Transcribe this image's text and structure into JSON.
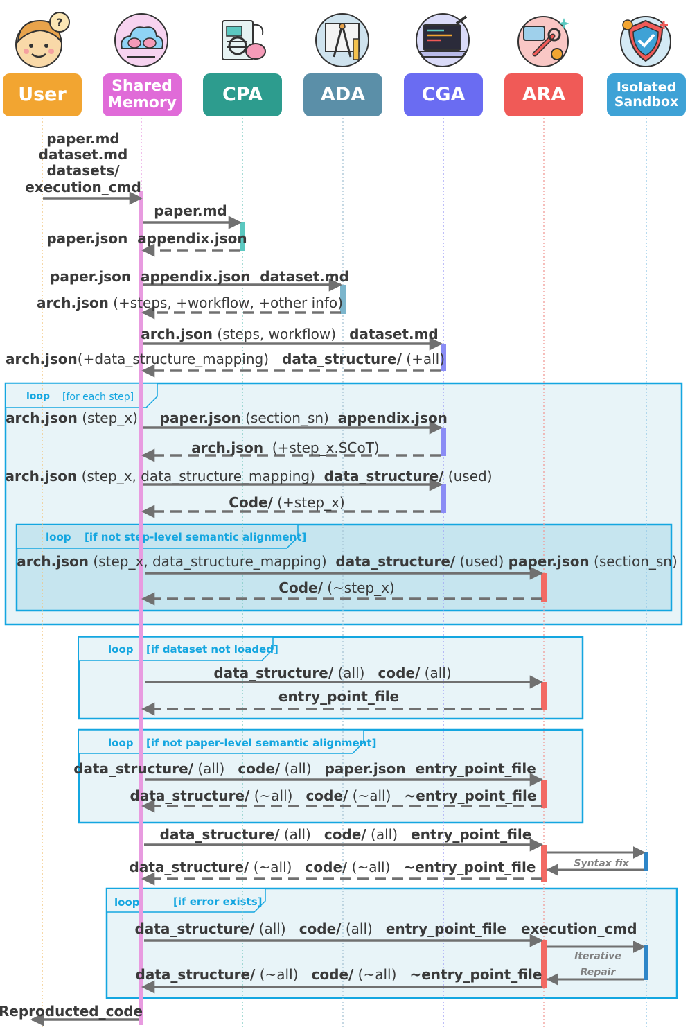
{
  "participants": [
    {
      "id": "user",
      "lines": [
        "User"
      ],
      "color": "#F2A531",
      "icon": "smiling-user-icon"
    },
    {
      "id": "memory",
      "lines": [
        "Shared",
        "Memory"
      ],
      "color": "#E06BD8",
      "icon": "cloud-brain-icon"
    },
    {
      "id": "cpa",
      "lines": [
        "CPA"
      ],
      "color": "#2D9C8E",
      "icon": "document-analysis-icon"
    },
    {
      "id": "ada",
      "lines": [
        "ADA"
      ],
      "color": "#5B8FA8",
      "icon": "blueprint-compass-icon"
    },
    {
      "id": "cga",
      "lines": [
        "CGA"
      ],
      "color": "#6A6CF2",
      "icon": "laptop-code-icon"
    },
    {
      "id": "ara",
      "lines": [
        "ARA"
      ],
      "color": "#F05A57",
      "icon": "wrench-repair-icon"
    },
    {
      "id": "sandbox",
      "lines": [
        "Isolated",
        "Sandbox"
      ],
      "color": "#3EA2D6",
      "icon": "shield-check-icon"
    }
  ],
  "loops": [
    {
      "keyword": "loop",
      "condition": "[for each step]"
    },
    {
      "keyword": "loop",
      "condition": "[if not step-level semantic alignment]"
    },
    {
      "keyword": "loop",
      "condition": "[if dataset not loaded]"
    },
    {
      "keyword": "loop",
      "condition": "[if not paper-level semantic alignment]"
    },
    {
      "keyword": "loop",
      "condition": "[if error exists]"
    }
  ],
  "messages": [
    {
      "segs": [
        [
          "paper.md",
          true
        ]
      ],
      "segs2": [
        [
          "dataset.md",
          true
        ]
      ],
      "segs3": [
        [
          "datasets/",
          true
        ]
      ],
      "segs4": [
        [
          "execution_cmd",
          true
        ]
      ]
    },
    {
      "segs": [
        [
          "paper.md",
          true
        ]
      ]
    },
    {
      "segs": [
        [
          "paper.json  appendix.json",
          true
        ]
      ]
    },
    {
      "segs": [
        [
          "paper.json  appendix.json  dataset.md",
          true
        ]
      ]
    },
    {
      "segs": [
        [
          "arch.json",
          true
        ],
        [
          " (+steps, +workflow, +other info)",
          false
        ]
      ]
    },
    {
      "segs": [
        [
          "arch.json",
          true
        ],
        [
          " (steps, workflow)   ",
          false
        ],
        [
          "dataset.md",
          true
        ]
      ]
    },
    {
      "segs": [
        [
          "arch.json",
          true
        ],
        [
          "(+data_structure_mapping)   ",
          false
        ],
        [
          "data_structure/",
          true
        ],
        [
          " (+all)",
          false
        ]
      ]
    },
    {
      "segs": [
        [
          "arch.json",
          true
        ],
        [
          " (step_x)     ",
          false
        ],
        [
          "paper.json",
          true
        ],
        [
          " (section_sn)  ",
          false
        ],
        [
          "appendix.json",
          true
        ]
      ]
    },
    {
      "segs": [
        [
          "arch.json",
          true
        ],
        [
          "  (+step_x.SCoT)",
          false
        ]
      ]
    },
    {
      "segs": [
        [
          "arch.json",
          true
        ],
        [
          " (step_x, data_structure_mapping)  ",
          false
        ],
        [
          "data_structure/",
          true
        ],
        [
          " (used)",
          false
        ]
      ]
    },
    {
      "segs": [
        [
          "Code/",
          true
        ],
        [
          " (+step_x)",
          false
        ]
      ]
    },
    {
      "segs": [
        [
          "arch.json",
          true
        ],
        [
          " (step_x, data_structure_mapping)  ",
          false
        ],
        [
          "data_structure/",
          true
        ],
        [
          " (used) ",
          false
        ],
        [
          "paper.json",
          true
        ],
        [
          " (section_sn)",
          false
        ]
      ]
    },
    {
      "segs": [
        [
          "Code/",
          true
        ],
        [
          " (~step_x)",
          false
        ]
      ]
    },
    {
      "segs": [
        [
          "data_structure/",
          true
        ],
        [
          " (all)   ",
          false
        ],
        [
          "code/",
          true
        ],
        [
          " (all)",
          false
        ]
      ]
    },
    {
      "segs": [
        [
          "entry_point_file",
          true
        ]
      ]
    },
    {
      "segs": [
        [
          "data_structure/",
          true
        ],
        [
          " (all)   ",
          false
        ],
        [
          "code/",
          true
        ],
        [
          " (all)   ",
          false
        ],
        [
          "paper.json  entry_point_file",
          true
        ]
      ]
    },
    {
      "segs": [
        [
          "data_structure/",
          true
        ],
        [
          " (~all)   ",
          false
        ],
        [
          "code/",
          true
        ],
        [
          " (~all)   ",
          false
        ],
        [
          "~entry_point_file",
          true
        ]
      ]
    },
    {
      "segs": [
        [
          "data_structure/",
          true
        ],
        [
          " (all)   ",
          false
        ],
        [
          "code/",
          true
        ],
        [
          " (all)   ",
          false
        ],
        [
          "entry_point_file",
          true
        ]
      ]
    },
    {
      "segs": [
        [
          "data_structure/",
          true
        ],
        [
          " (~all)   ",
          false
        ],
        [
          "code/",
          true
        ],
        [
          " (~all)   ",
          false
        ],
        [
          "~entry_point_file",
          true
        ]
      ]
    },
    {
      "segs": [
        [
          "data_structure/",
          true
        ],
        [
          " (all)   ",
          false
        ],
        [
          "code/",
          true
        ],
        [
          " (all)   ",
          false
        ],
        [
          "entry_point_file   execution_cmd",
          true
        ]
      ]
    },
    {
      "segs": [
        [
          "data_structure/",
          true
        ],
        [
          " (~all)   ",
          false
        ],
        [
          "code/",
          true
        ],
        [
          " (~all)   ",
          false
        ],
        [
          "~entry_point_file",
          true
        ]
      ]
    },
    {
      "segs": [
        [
          "Reproducted_code",
          true
        ]
      ]
    }
  ],
  "side_notes": [
    "Syntax fix",
    "Iterative",
    "Repair"
  ],
  "colors": {
    "arrow": "#707070",
    "lifeline_memory": "#E89BE0",
    "loop_border": "#14A6E0",
    "loop_fill": "#E8F4F8",
    "loop_fill_inner": "#C6E5EF",
    "loop_text": "#14A6E0",
    "act_cpa": "#5BC8C0",
    "act_ada": "#7BB5CC",
    "act_cga": "#8A8CF5",
    "act_ara": "#F26A64",
    "act_sandbox": "#2E86C8"
  }
}
